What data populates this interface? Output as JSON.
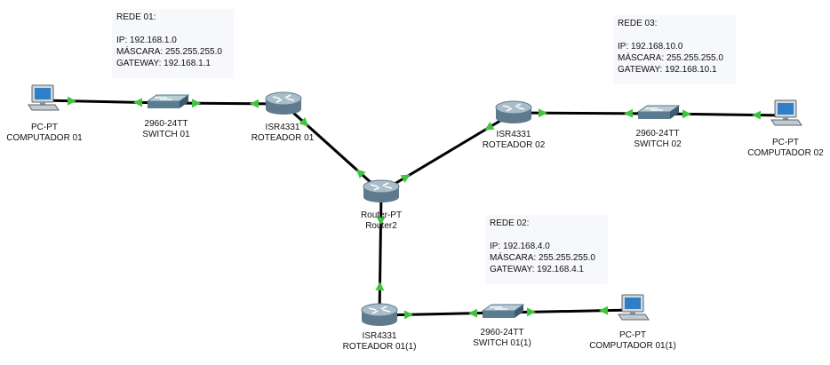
{
  "colors": {
    "link": "#000000",
    "port_up": "#3ec43e",
    "router_body": "#5e7a8c",
    "router_top": "#a9bdc9",
    "switch_body": "#5a7c90",
    "switch_top": "#b8ccd6",
    "pc_screen": "#2f7fc8",
    "pc_body": "#8a949c"
  },
  "devices": [
    {
      "id": "pc0",
      "kind": "pc-icon",
      "model": "PC-PT",
      "name": "COMPUTADOR 01"
    },
    {
      "id": "sw0",
      "kind": "switch-icon",
      "model": "2960-24TT",
      "name": "SWITCH 01"
    },
    {
      "id": "r0",
      "kind": "router-icon",
      "model": "ISR4331",
      "name": "ROTEADOR 01"
    },
    {
      "id": "r2",
      "kind": "router-icon",
      "model": "Router-PT",
      "name": "Router2"
    },
    {
      "id": "r1",
      "kind": "router-icon",
      "model": "ISR4331",
      "name": "ROTEADOR 02"
    },
    {
      "id": "sw1",
      "kind": "switch-icon",
      "model": "2960-24TT",
      "name": "SWITCH 02"
    },
    {
      "id": "pc1",
      "kind": "pc-icon",
      "model": "PC-PT",
      "name": "COMPUTADOR 02"
    },
    {
      "id": "r3",
      "kind": "router-icon",
      "model": "ISR4331",
      "name": "ROTEADOR 01(1)"
    },
    {
      "id": "sw2",
      "kind": "switch-icon",
      "model": "2960-24TT",
      "name": "SWITCH 01(1)"
    },
    {
      "id": "pc2",
      "kind": "pc-icon",
      "model": "PC-PT",
      "name": "COMPUTADOR 01(1)"
    }
  ],
  "links": [
    {
      "from": "pc0",
      "to": "sw0"
    },
    {
      "from": "sw0",
      "to": "r0"
    },
    {
      "from": "r0",
      "to": "r2"
    },
    {
      "from": "r2",
      "to": "r1"
    },
    {
      "from": "r1",
      "to": "sw1"
    },
    {
      "from": "sw1",
      "to": "pc1"
    },
    {
      "from": "r2",
      "to": "r3"
    },
    {
      "from": "r3",
      "to": "sw2"
    },
    {
      "from": "sw2",
      "to": "pc2"
    }
  ],
  "notes": {
    "rede01": {
      "title": "REDE 01:",
      "ip": "IP: 192.168.1.0",
      "mask": "MÁSCARA: 255.255.255.0",
      "gateway": "GATEWAY: 192.168.1.1"
    },
    "rede03": {
      "title": "REDE 03:",
      "ip": "IP: 192.168.10.0",
      "mask": "MÁSCARA: 255.255.255.0",
      "gateway": "GATEWAY: 192.168.10.1"
    },
    "rede02": {
      "title": "REDE 02:",
      "ip": "IP: 192.168.4.0",
      "mask": "MÁSCARA: 255.255.255.0",
      "gateway": "GATEWAY: 192.168.4.1"
    }
  }
}
